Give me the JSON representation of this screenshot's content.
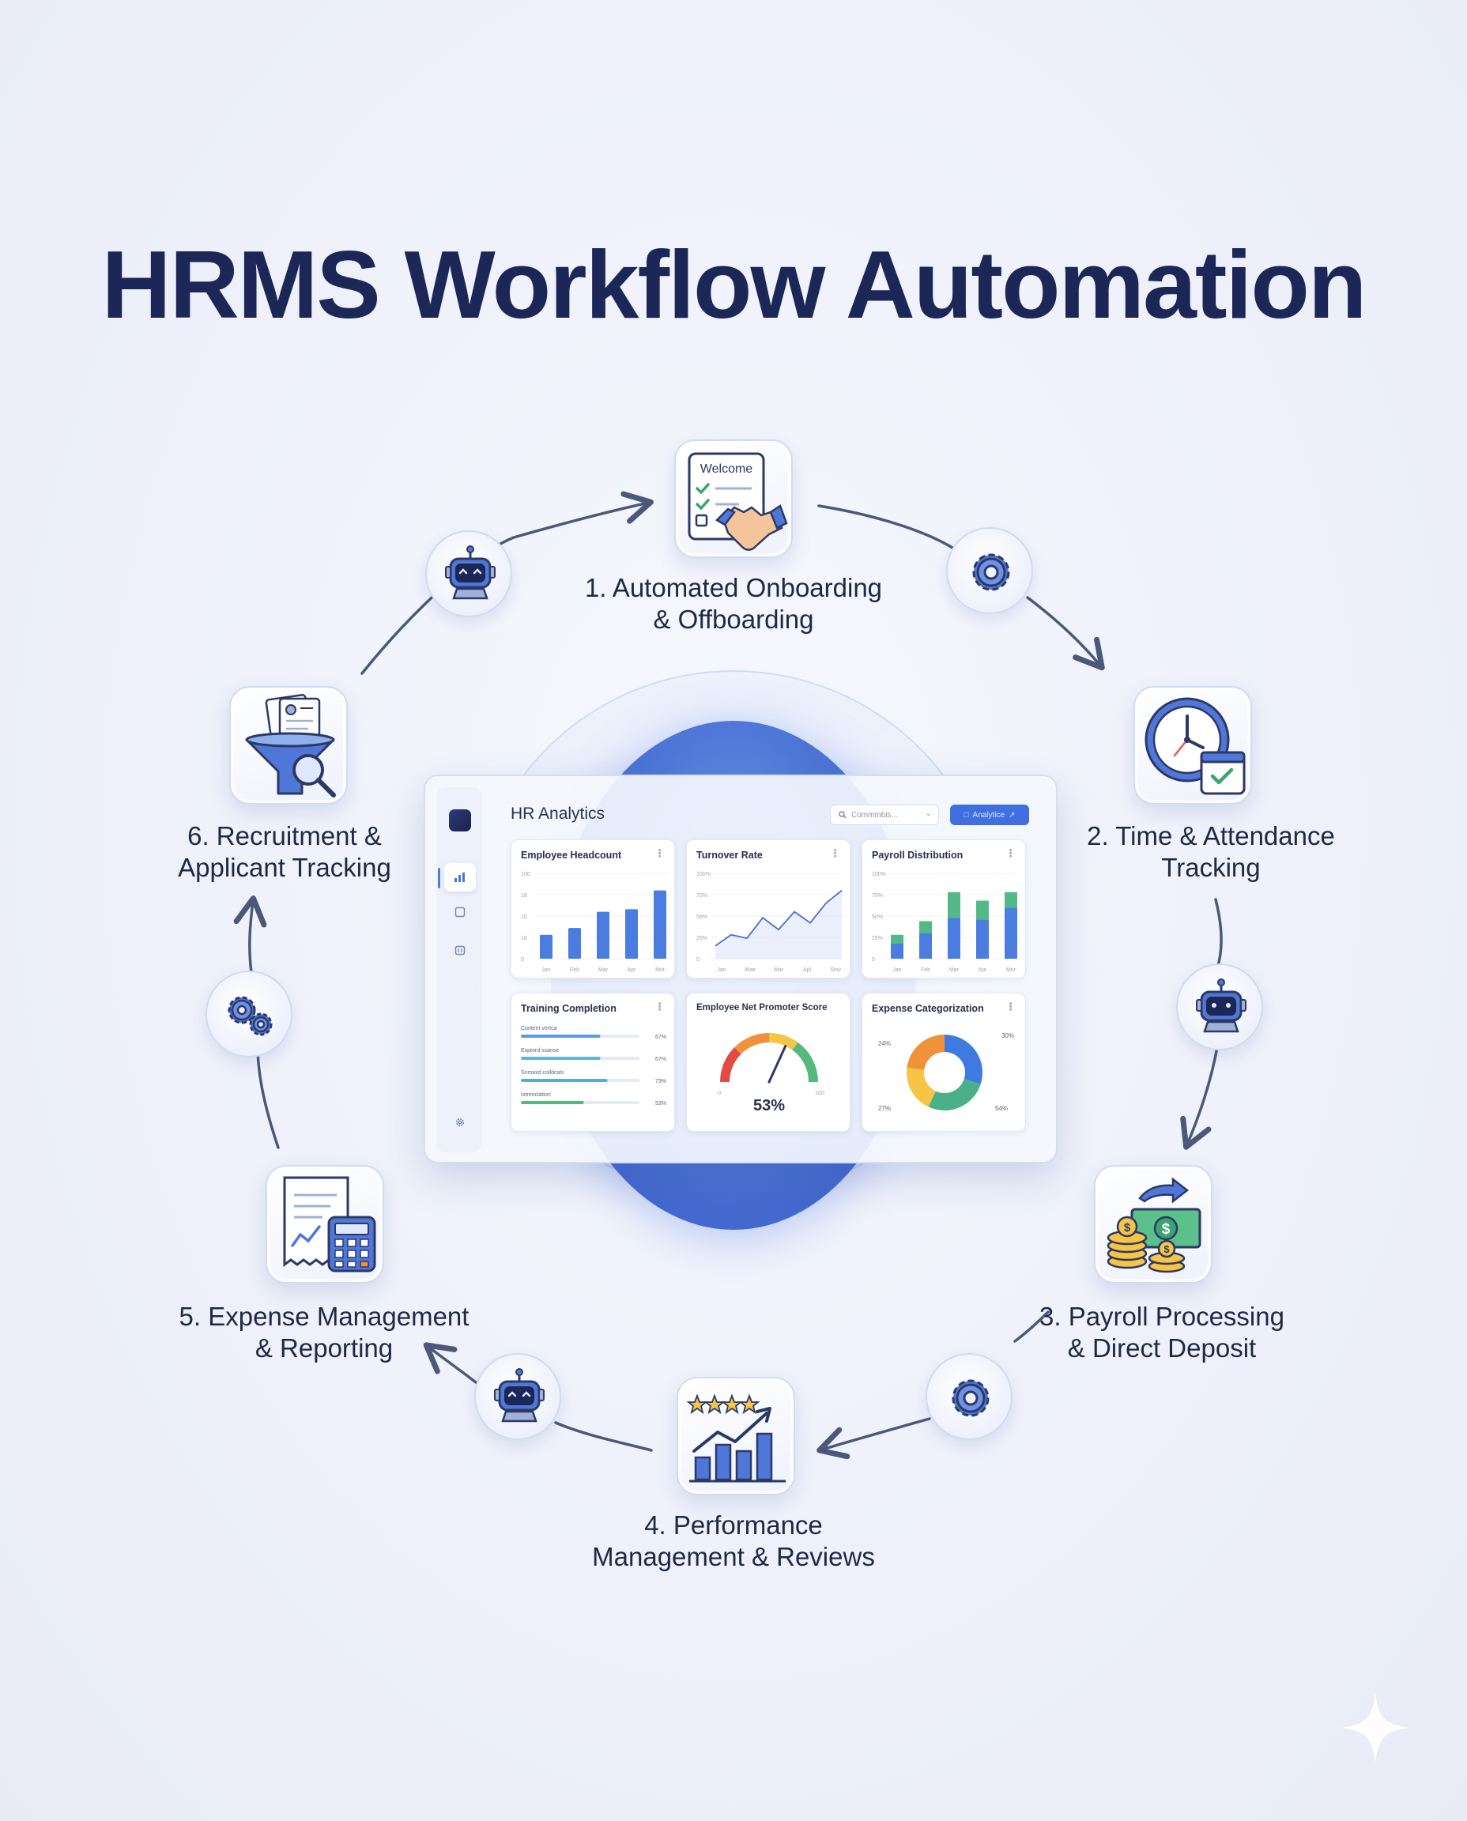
{
  "title": "HRMS Workflow Automation",
  "steps": [
    {
      "line1": "1. Automated Onboarding",
      "line2": "& Offboarding",
      "icon": "onboarding-checklist-handshake-icon",
      "welcome_text": "Welcome"
    },
    {
      "line1": "2. Time & Attendance",
      "line2": "Tracking",
      "icon": "clock-calendar-icon"
    },
    {
      "line1": "3. Payroll Processing",
      "line2": "& Direct Deposit",
      "icon": "money-coins-icon"
    },
    {
      "line1": "4. Performance",
      "line2": "Management & Reviews",
      "icon": "rating-growth-chart-icon"
    },
    {
      "line1": "5. Expense Management",
      "line2": "& Reporting",
      "icon": "receipt-calculator-icon"
    },
    {
      "line1": "6. Recruitment &",
      "line2": "Applicant Tracking",
      "icon": "resume-funnel-search-icon"
    }
  ],
  "connector_badges": [
    "robot-icon",
    "gear-icon",
    "robot-icon",
    "gear-icon",
    "robot-icon",
    "gears-icon"
  ],
  "dashboard": {
    "title": "HR Analytics",
    "search_placeholder": "Commmbis...",
    "button_label": "Analytice",
    "cards": {
      "headcount": {
        "title": "Employee Headcount",
        "y_ticks": [
          "100",
          "18",
          "10",
          "18",
          "0"
        ],
        "x_labels": [
          "Jan",
          "Feb",
          "Mar",
          "Apr",
          "Mnt"
        ],
        "values": [
          28,
          36,
          55,
          58,
          80
        ]
      },
      "turnover": {
        "title": "Turnover Rate",
        "y_ticks": [
          "100%",
          "75%",
          "56%",
          "25%",
          "0"
        ],
        "x_labels": [
          "Jan",
          "Wae",
          "Mar",
          "Apl",
          "Shw"
        ],
        "values": [
          15,
          28,
          24,
          48,
          34,
          55,
          42,
          65,
          80
        ]
      },
      "payroll": {
        "title": "Payroll Distribution",
        "y_ticks": [
          "100%",
          "75%",
          "50%",
          "25%",
          "0"
        ],
        "x_labels": [
          "Jan",
          "Feb",
          "Mar",
          "Apr",
          "Mnr"
        ],
        "blue": [
          18,
          30,
          48,
          46,
          60
        ],
        "green": [
          10,
          14,
          30,
          22,
          18
        ]
      },
      "training": {
        "title": "Training Completion",
        "rows": [
          {
            "label": "Content vertca",
            "value": "67%",
            "fraction": 0.67
          },
          {
            "label": "Exptord ssanse",
            "value": "67%",
            "fraction": 0.67
          },
          {
            "label": "Snmaxd colldcals",
            "value": "73%",
            "fraction": 0.73
          },
          {
            "label": "Ixtrenclation",
            "value": "53%",
            "fraction": 0.53
          }
        ]
      },
      "nps": {
        "title": "Employee Net Promoter Score",
        "value": "53%",
        "min_label": "-0",
        "max_label": "100",
        "fraction": 0.53
      },
      "expense": {
        "title": "Expense Categorization",
        "slices": [
          {
            "label": "30%",
            "value": 30,
            "color": "#3f7ae0"
          },
          {
            "label": "54%",
            "value": 27,
            "color": "#4ab08a"
          },
          {
            "label": "27%",
            "value": 20,
            "color": "#f6c546"
          },
          {
            "label": "24%",
            "value": 23,
            "color": "#f1913a"
          }
        ]
      }
    }
  },
  "colors": {
    "title": "#1c2657",
    "accent": "#3f6fe0",
    "green": "#4ab08a",
    "orange": "#f1913a",
    "yellow": "#f6c546",
    "connector": "#4b587a"
  }
}
